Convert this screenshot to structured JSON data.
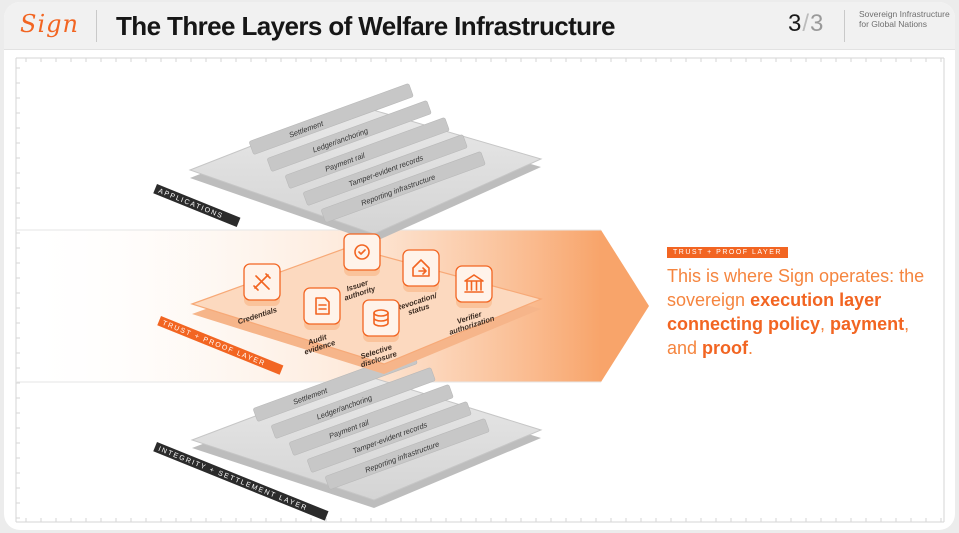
{
  "header": {
    "logo": "Sign",
    "title": "The Three Layers of Welfare Infrastructure",
    "page_current": "3",
    "page_separator": "/",
    "page_total": "3",
    "tagline_line1": "Sovereign Infrastructure",
    "tagline_line2": "for Global Nations"
  },
  "colors": {
    "accent": "#f26522",
    "accent_light": "#fbd3b5",
    "platform_gray": "#d9d9d9",
    "label_dark": "#2b2b2b"
  },
  "diagram": {
    "top_layer": {
      "label": "APPLICATIONS",
      "rows": [
        "Settlement",
        "Ledger/anchoring",
        "Payment rail",
        "Tamper-evident records",
        "Reporting infrastructure"
      ]
    },
    "middle_layer": {
      "label": "TRUST + PROOF LAYER",
      "modules": [
        {
          "label1": "Issuer",
          "label2": "authority",
          "icon": "issuer-badge-icon"
        },
        {
          "label1": "Credentials",
          "label2": "",
          "icon": "credential-tools-icon"
        },
        {
          "label1": "Revocation/",
          "label2": "status",
          "icon": "house-arrow-icon"
        },
        {
          "label1": "Audit",
          "label2": "evidence",
          "icon": "document-icon"
        },
        {
          "label1": "Verifier",
          "label2": "authorization",
          "icon": "bank-icon"
        },
        {
          "label1": "Selective",
          "label2": "disclosure",
          "icon": "database-icon"
        }
      ]
    },
    "bottom_layer": {
      "label": "INTEGRITY + SETTLEMENT LAYER",
      "rows": [
        "Settlement",
        "Ledger/anchoring",
        "Payment rail",
        "Tamper-evident records",
        "Reporting infrastructure"
      ]
    }
  },
  "callout": {
    "tag": "TRUST + PROOF LAYER",
    "lead": "This is where Sign operates:",
    "part1": "the sovereign ",
    "bold1": "execution layer connecting policy",
    "part2": ", ",
    "bold2": "payment",
    "part3": ", and ",
    "bold3": "proof",
    "part4": "."
  }
}
